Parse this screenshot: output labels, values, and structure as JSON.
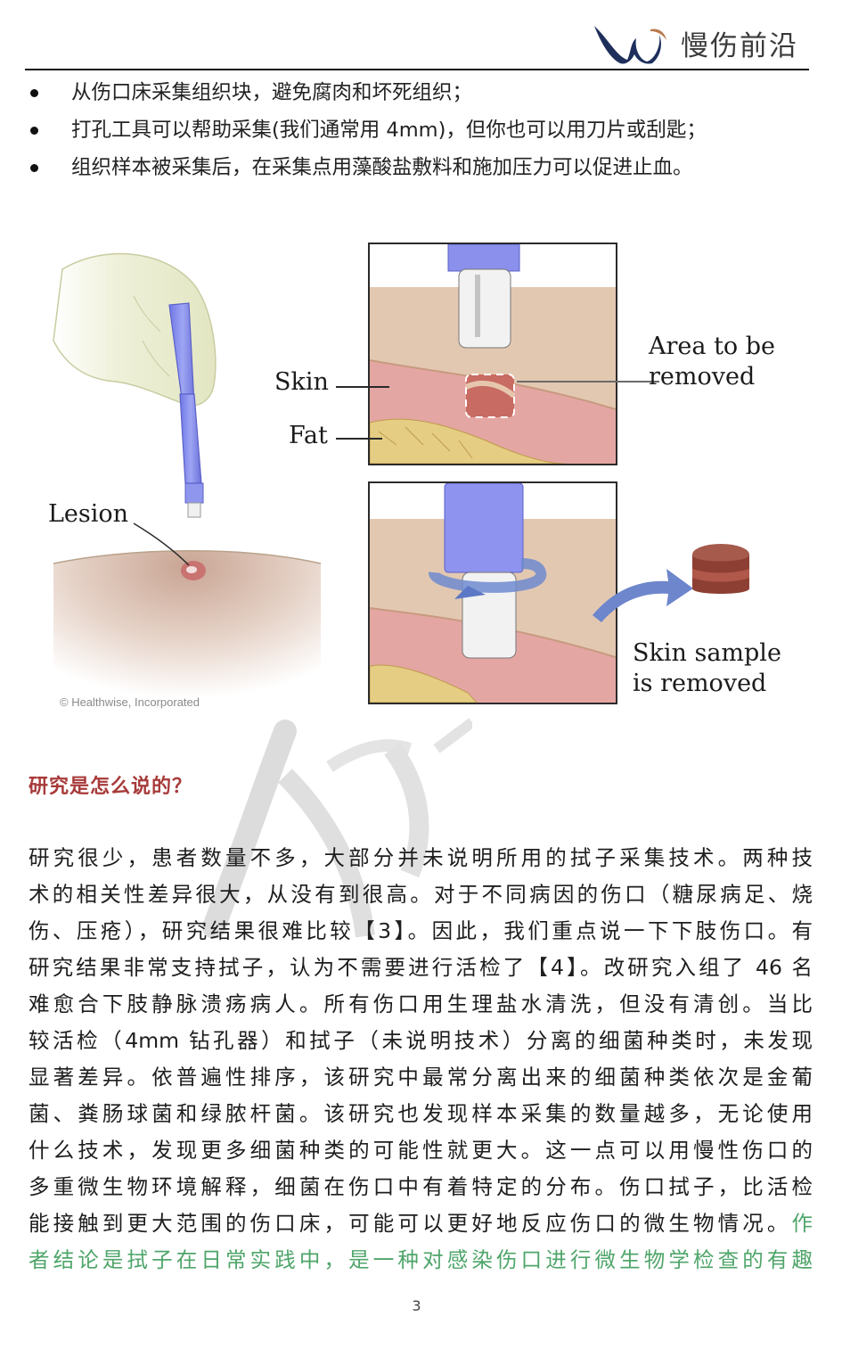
{
  "header": {
    "logo_text": "慢伤前沿",
    "colors": {
      "logo_navy": "#1e2f5c",
      "logo_accent": "#b87a4e",
      "rule": "#111111"
    }
  },
  "bullets": [
    "从伤口床采集组织块，避免腐肉和坏死组织；",
    "打孔工具可以帮助采集(我们通常用 4mm)，但你也可以用刀片或刮匙；",
    "组织样本被采集后，在采集点用藻酸盐敷料和施加压力可以促进止血。"
  ],
  "figure": {
    "labels": {
      "lesion": "Lesion",
      "skin": "Skin",
      "fat": "Fat",
      "area_line1": "Area to be",
      "area_line2": "removed",
      "sample_line1": "Skin sample",
      "sample_line2": "is removed"
    },
    "credit": "© Healthwise, Incorporated"
  },
  "section": {
    "title": "研究是怎么说的？",
    "title_color": "#a83a3a"
  },
  "body": {
    "lines": [
      "研究很少，患者数量不多，大部分并未说明所用的拭子采集技术。两种技",
      "术的相关性差异很大，从没有到很高。对于不同病因的伤口（糖尿病足、烧",
      "伤、压疮），研究结果很难比较【3】。因此，我们重点说一下下肢伤口。有",
      "研究结果非常支持拭子，认为不需要进行活检了【4】。改研究入组了 46 名",
      "难愈合下肢静脉溃疡病人。所有伤口用生理盐水清洗，但没有清创。当比",
      "较活检（4mm 钻孔器）和拭子（未说明技术）分离的细菌种类时，未发现",
      "显著差异。依普遍性排序，该研究中最常分离出来的细菌种类依次是金葡",
      "菌、粪肠球菌和绿脓杆菌。该研究也发现样本采集的数量越多，无论使用",
      "什么技术，发现更多细菌种类的可能性就更大。这一点可以用慢性伤口的",
      "多重微生物环境解释，细菌在伤口中有着特定的分布。伤口拭子，比活检"
    ],
    "line_11_black": "能接触到更大范围的伤口床，可能可以更好地反应伤口的微生物情况。",
    "line_11_green": "作",
    "line_12_green": "者结论是拭子在日常实践中，是一种对感染伤口进行微生物学检查的有趣",
    "highlight_color": "#4fa56a"
  },
  "footer": {
    "page_number": "3"
  }
}
